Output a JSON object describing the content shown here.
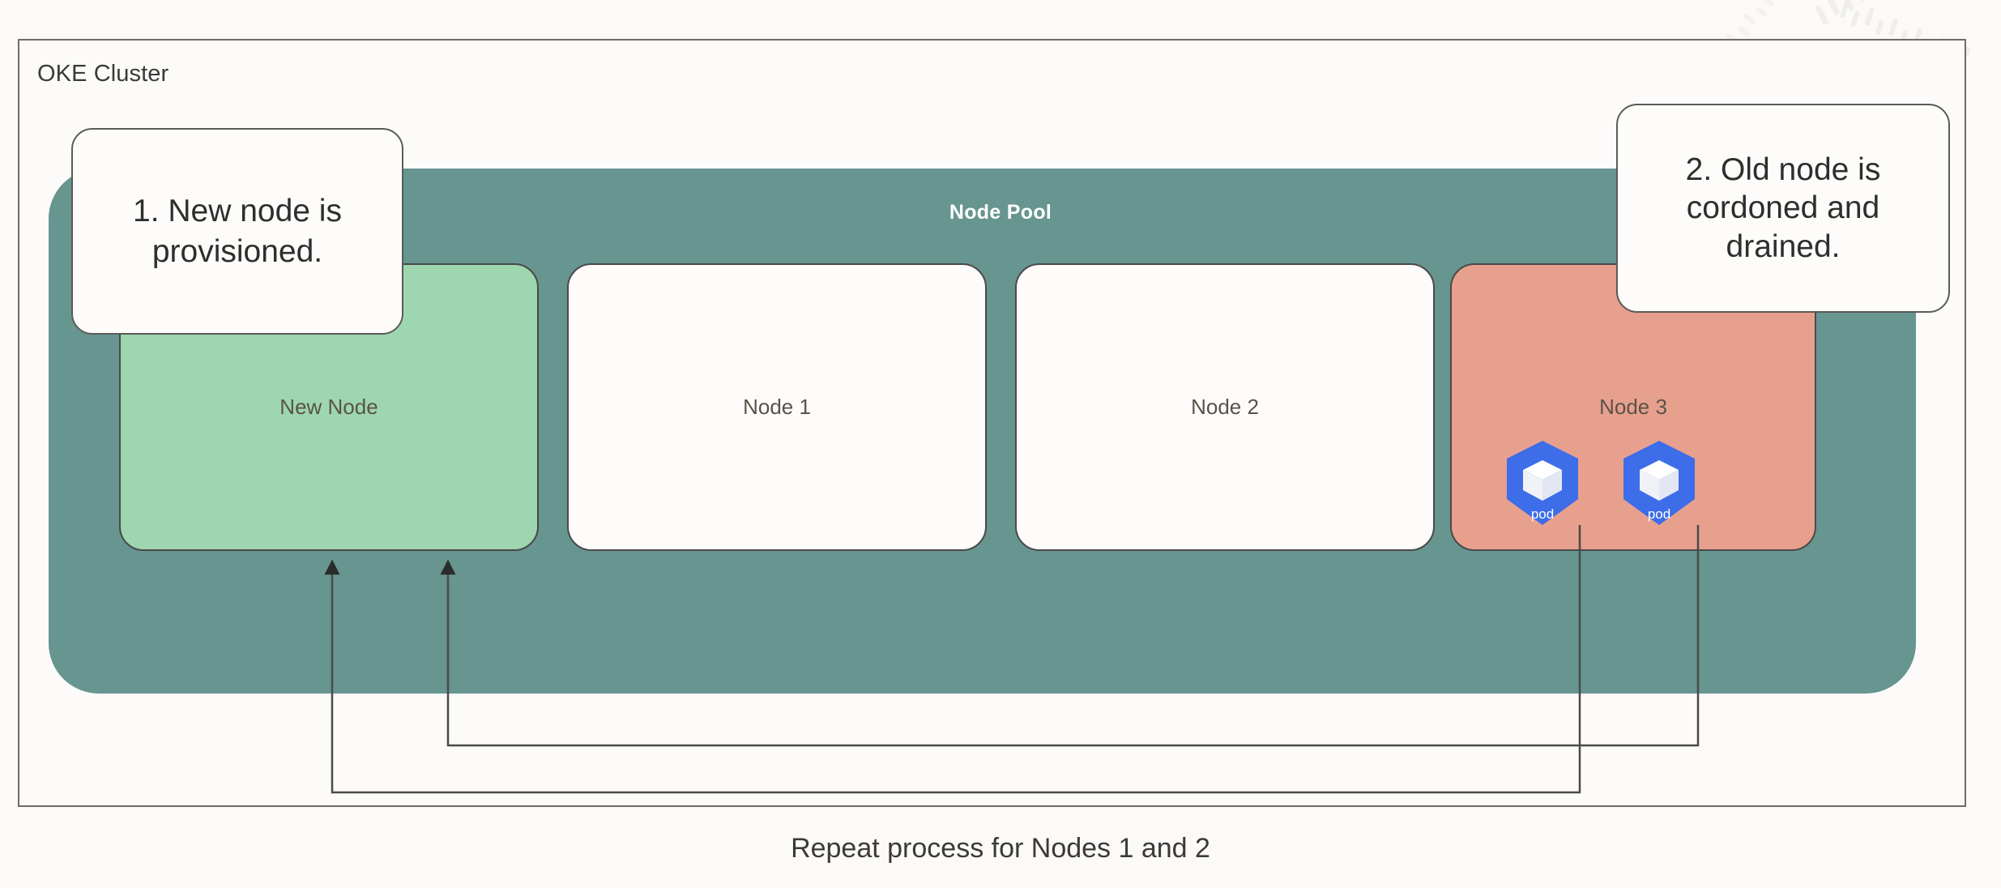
{
  "cluster": {
    "title": "OKE Cluster",
    "frame_border_color": "#6f6b68",
    "background_color": "#fbfaf8"
  },
  "node_pool": {
    "title": "Node Pool",
    "fill_color": "#679590",
    "title_color": "#ffffff"
  },
  "nodes": [
    {
      "label": "New Node",
      "state": "new",
      "fill_color": "#9ed6b0",
      "pods": 0
    },
    {
      "label": "Node 1",
      "state": "active",
      "fill_color": "#fdfcfa",
      "pods": 0
    },
    {
      "label": "Node 2",
      "state": "active",
      "fill_color": "#fdfcfa",
      "pods": 0
    },
    {
      "label": "Node 3",
      "state": "cordoned",
      "fill_color": "#e8a08e",
      "pods": 2
    }
  ],
  "pod": {
    "label": "pod",
    "fill_color": "#3d6de8",
    "icon": "kubernetes-pod-icon"
  },
  "callouts": [
    {
      "id": "callout-1",
      "text": "1. New node is provisioned."
    },
    {
      "id": "callout-2",
      "text": "2. Old node is cordoned and drained."
    }
  ],
  "connectors": {
    "description": "pod migration arrows from Node 3 pods to New Node",
    "line_color": "#4a4a48",
    "count": 2
  },
  "caption": "Repeat process for Nodes 1 and 2"
}
